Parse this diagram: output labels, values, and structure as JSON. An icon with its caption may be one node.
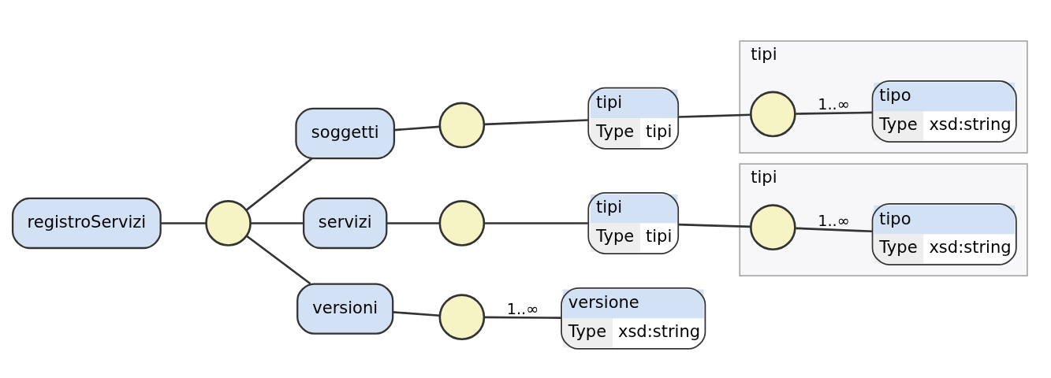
{
  "diagram": {
    "nodes": [
      {
        "text": [
          "registroServizi"
        ]
      },
      {
        "text": [],
        "shape": "circle"
      },
      {
        "text": [
          "soggetti"
        ]
      },
      {
        "text": [
          "servizi"
        ]
      },
      {
        "text": [
          "versioni"
        ]
      },
      {
        "text": [],
        "shape": "circle"
      },
      {
        "text": [
          "tipi",
          "Type",
          "tipi"
        ]
      },
      {
        "text": [
          "tipi"
        ]
      },
      {
        "text": [],
        "shape": "circle",
        "in": 7
      },
      {
        "text": [
          "tipo",
          "Type",
          "xsd:string"
        ],
        "in": 7
      },
      {
        "text": [],
        "shape": "circle"
      },
      {
        "text": [
          "tipi",
          "Type",
          "tipi"
        ]
      },
      {
        "text": [
          "tipi"
        ]
      },
      {
        "text": [],
        "shape": "circle",
        "in": 12
      },
      {
        "text": [
          "tipo",
          "Type",
          "xsd:string"
        ],
        "in": 12
      },
      {
        "text": [],
        "shape": "circle"
      },
      {
        "text": [
          "versione",
          "Type",
          "xsd:string"
        ]
      }
    ],
    "edges": [
      {
        "from": 0,
        "to": 1,
        "arrow": "none"
      },
      {
        "from": 1,
        "to": 2,
        "arrow": "none"
      },
      {
        "from": 1,
        "to": 3,
        "arrow": "none"
      },
      {
        "from": 1,
        "to": 4,
        "arrow": "none"
      },
      {
        "from": 2,
        "to": 5,
        "arrow": "none"
      },
      {
        "from": 5,
        "to": 6,
        "arrow": "none"
      },
      {
        "from": 6,
        "to": 8,
        "arrow": "none"
      },
      {
        "from": 8,
        "to": 9,
        "arrow": "none",
        "label": "1..∞"
      },
      {
        "from": 3,
        "to": 10,
        "arrow": "none"
      },
      {
        "from": 10,
        "to": 11,
        "arrow": "none"
      },
      {
        "from": 11,
        "to": 13,
        "arrow": "none"
      },
      {
        "from": 13,
        "to": 14,
        "arrow": "none",
        "label": "1..∞"
      },
      {
        "from": 4,
        "to": 15,
        "arrow": "none"
      },
      {
        "from": 15,
        "to": 16,
        "arrow": "none",
        "label": "1..∞"
      }
    ]
  }
}
